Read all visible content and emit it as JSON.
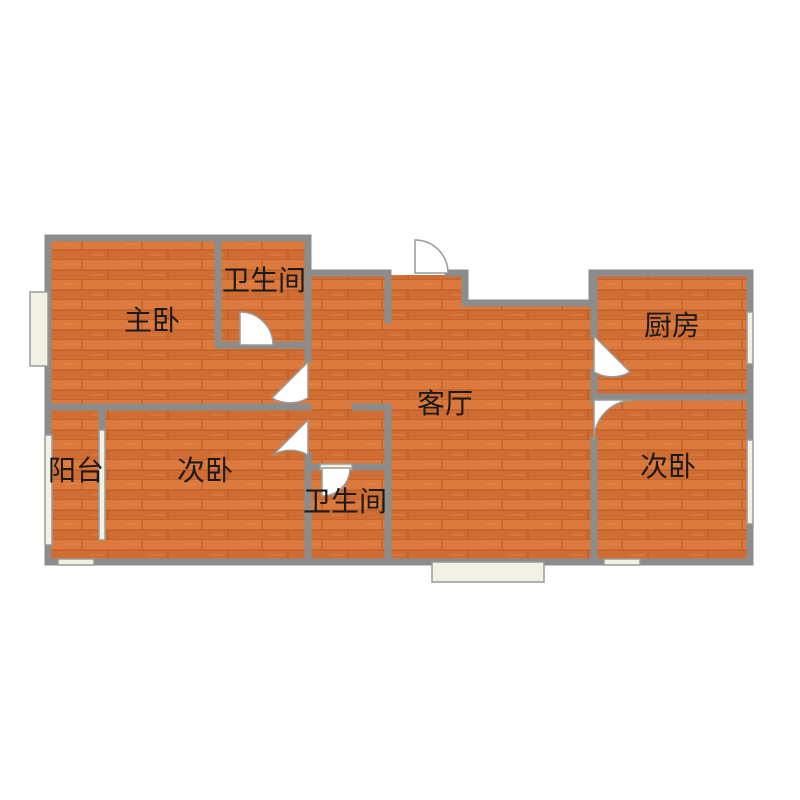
{
  "rooms": {
    "master_bedroom": "主卧",
    "bathroom_top": "卫生间",
    "living_room": "客厅",
    "kitchen": "厨房",
    "balcony": "阳台",
    "second_bedroom_left": "次卧",
    "bathroom_bottom": "卫生间",
    "second_bedroom_right": "次卧"
  },
  "colors": {
    "floor": "#d9763a",
    "floor_dark": "#c4622a",
    "wall": "#8c8c8c",
    "window": "#f1f1e4",
    "door": "#ffffff"
  }
}
